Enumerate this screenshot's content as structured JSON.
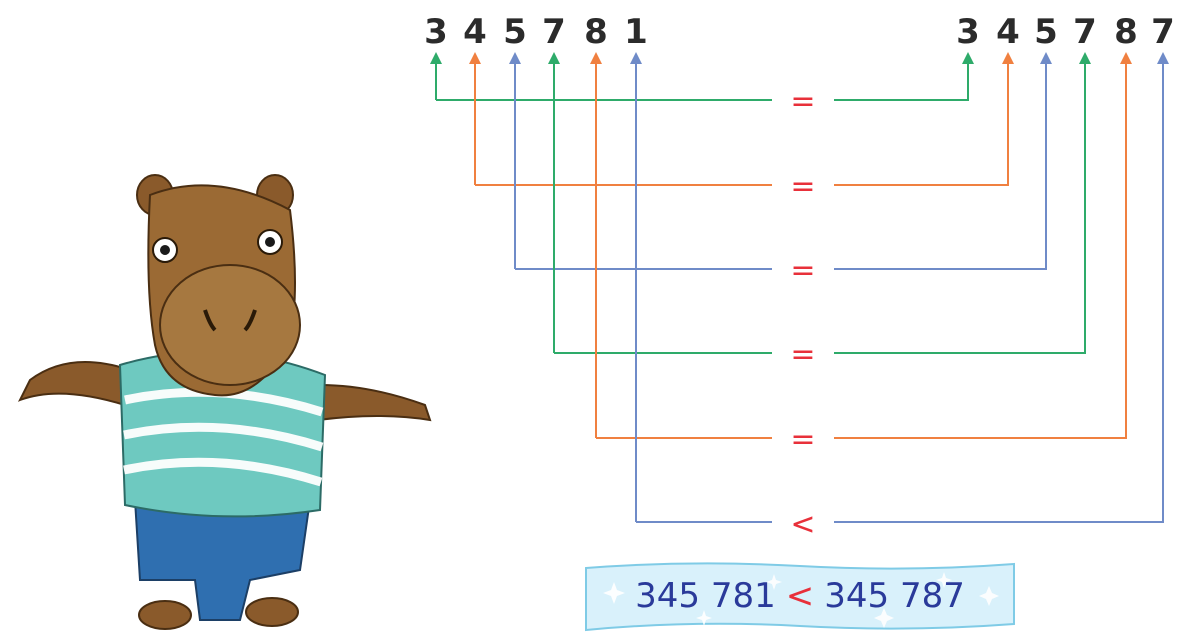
{
  "number_a": {
    "digits": [
      "3",
      "4",
      "5",
      "7",
      "8",
      "1"
    ]
  },
  "number_b": {
    "digits": [
      "3",
      "4",
      "5",
      "7",
      "8",
      "7"
    ]
  },
  "comparisons": [
    "=",
    "=",
    "=",
    "=",
    "=",
    "<"
  ],
  "result": {
    "left": "345 781",
    "operator": "<",
    "right": "345 787"
  },
  "colors": {
    "green": "#2eab6a",
    "orange": "#f08040",
    "blue": "#6f8bc8",
    "sign": "#e8303a",
    "result_text": "#2a3a9a",
    "result_box": "#d9f1fb"
  },
  "character": {
    "icon": "hippo-character-icon"
  }
}
